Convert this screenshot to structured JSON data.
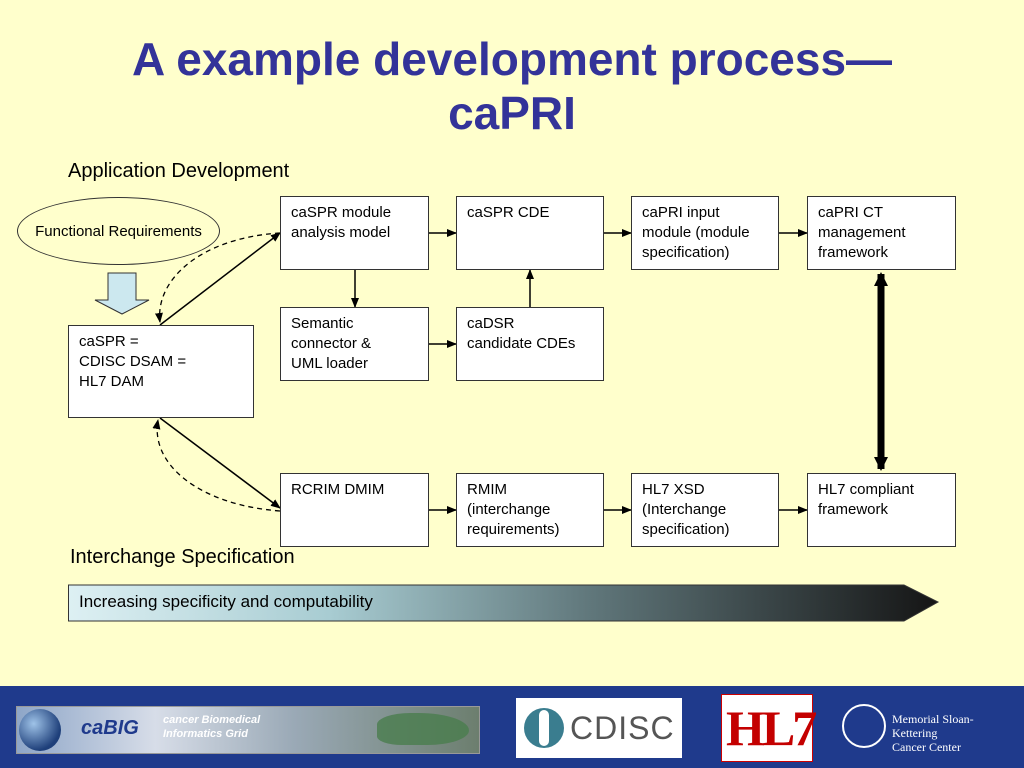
{
  "title": "A example development process—\ncaPRI",
  "sections": {
    "application": "Application Development",
    "interchange": "Interchange Specification"
  },
  "ellipse": {
    "label": "Functional Requirements"
  },
  "boxes": {
    "caspr": "caSPR =\nCDISC DSAM =\nHL7 DAM",
    "module_model": "caSPR module\nanalysis model",
    "cde": "caSPR CDE",
    "input_module": "caPRI input\nmodule (module\nspecification)",
    "ct_framework": "caPRI CT\nmanagement\nframework",
    "semantic": "Semantic\nconnector &\nUML loader",
    "cadsr": "caDSR\ncandidate CDEs",
    "dmim": "RCRIM DMIM",
    "rmim": "RMIM\n(interchange\nrequirements)",
    "xsd": "HL7 XSD\n(Interchange\nspecification)",
    "hl7_framework": "HL7 compliant\nframework"
  },
  "gradient_arrow": {
    "label": "Increasing specificity and computability"
  },
  "logos": {
    "cabig_name": "caBIG",
    "cabig_tagline": "cancer Biomedical\nInformatics Grid",
    "cdisc": "CDISC",
    "hl7": "HL7",
    "mskcc": "Memorial Sloan-Kettering\nCancer Center"
  },
  "colors": {
    "background": "#ffffcc",
    "title": "#333399",
    "footer": "#1f3a8c"
  }
}
